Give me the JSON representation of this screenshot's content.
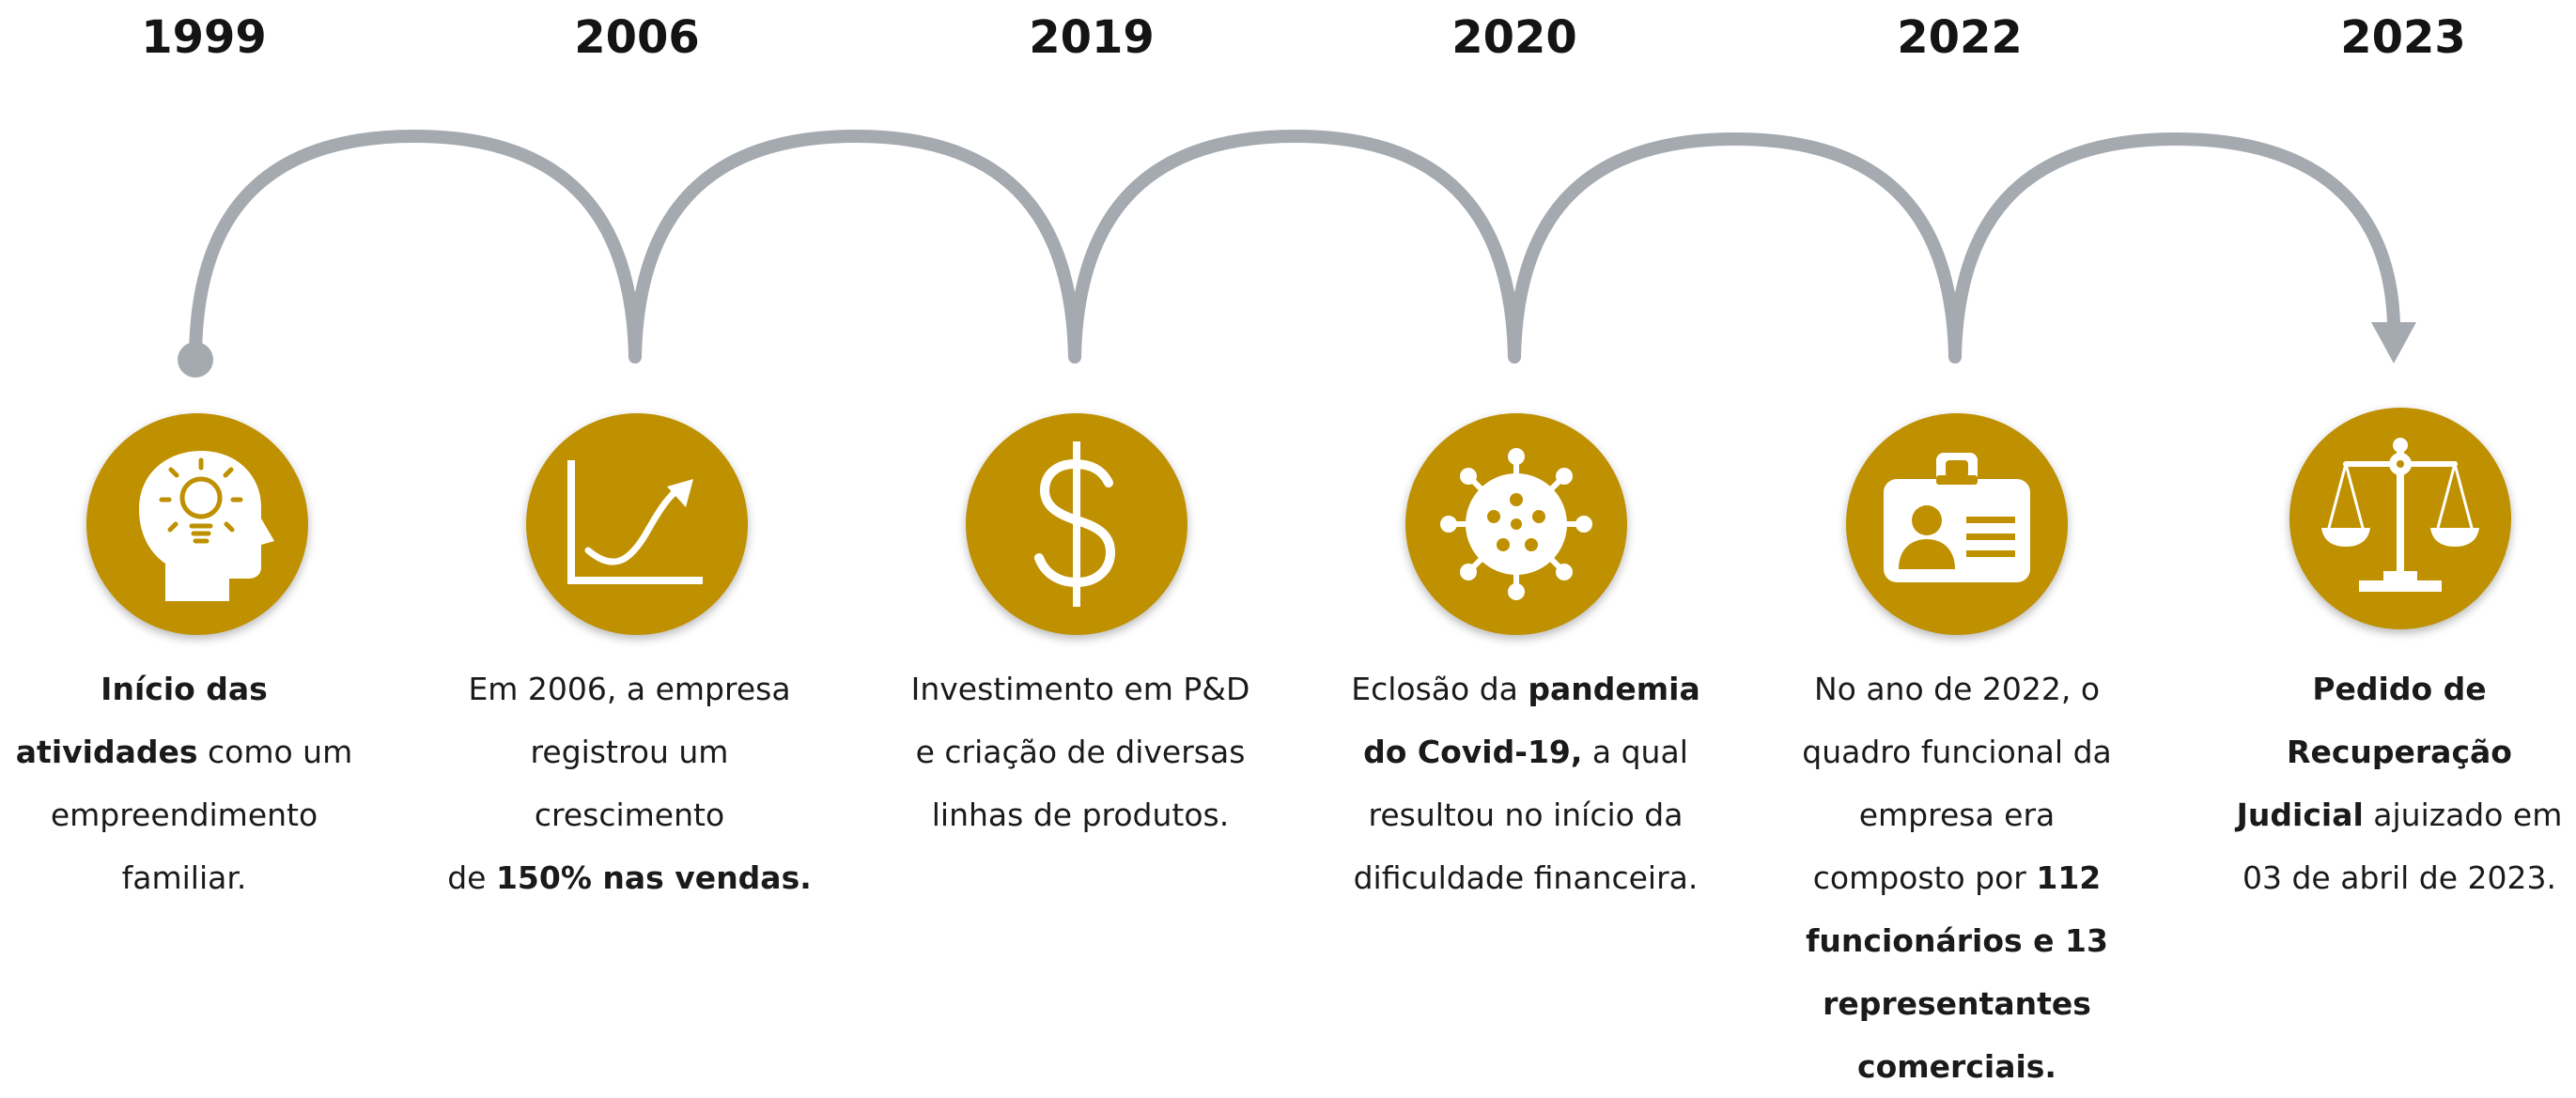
{
  "colors": {
    "accent": "#bf9000",
    "arc": "#a5aab1",
    "icon": "#ffffff"
  },
  "milestones": [
    {
      "year": "1999",
      "icon": "head-lightbulb-icon",
      "desc": [
        {
          "b": true,
          "t": "Início das"
        },
        {
          "b": true,
          "t": "atividades"
        },
        {
          "b": false,
          "t": " como um"
        },
        {
          "b": false,
          "t": "empreendimento"
        },
        {
          "b": false,
          "t": "familiar."
        }
      ]
    },
    {
      "year": "2006",
      "icon": "growth-chart-icon",
      "desc": [
        {
          "b": false,
          "t": "Em 2006, a empresa"
        },
        {
          "b": false,
          "t": "registrou um"
        },
        {
          "b": false,
          "t": "crescimento"
        },
        {
          "b": false,
          "t": "de "
        },
        {
          "b": true,
          "t": "150% nas vendas."
        }
      ]
    },
    {
      "year": "2019",
      "icon": "dollar-icon",
      "desc": [
        {
          "b": false,
          "t": "Investimento em P&D"
        },
        {
          "b": false,
          "t": "e criação de diversas"
        },
        {
          "b": false,
          "t": "linhas de produtos."
        }
      ]
    },
    {
      "year": "2020",
      "icon": "virus-icon",
      "desc": [
        {
          "b": false,
          "t": "Eclosão da "
        },
        {
          "b": true,
          "t": "pandemia"
        },
        {
          "b": true,
          "t": "do Covid-19,"
        },
        {
          "b": false,
          "t": " a qual"
        },
        {
          "b": false,
          "t": "resultou no início da"
        },
        {
          "b": false,
          "t": "dificuldade financeira."
        }
      ]
    },
    {
      "year": "2022",
      "icon": "id-badge-icon",
      "desc": [
        {
          "b": false,
          "t": "No ano de 2022, o"
        },
        {
          "b": false,
          "t": "quadro funcional da"
        },
        {
          "b": false,
          "t": "empresa era"
        },
        {
          "b": false,
          "t": "composto por "
        },
        {
          "b": true,
          "t": "112"
        },
        {
          "b": true,
          "t": "funcionários e 13"
        },
        {
          "b": true,
          "t": "representantes"
        },
        {
          "b": true,
          "t": "comerciais."
        }
      ]
    },
    {
      "year": "2023",
      "icon": "scales-of-justice-icon",
      "desc": [
        {
          "b": true,
          "t": "Pedido de"
        },
        {
          "b": true,
          "t": "Recuperação"
        },
        {
          "b": true,
          "t": "Judicial"
        },
        {
          "b": false,
          "t": " ajuizado em"
        },
        {
          "b": false,
          "t": "03 de abril de 2023."
        }
      ]
    }
  ]
}
